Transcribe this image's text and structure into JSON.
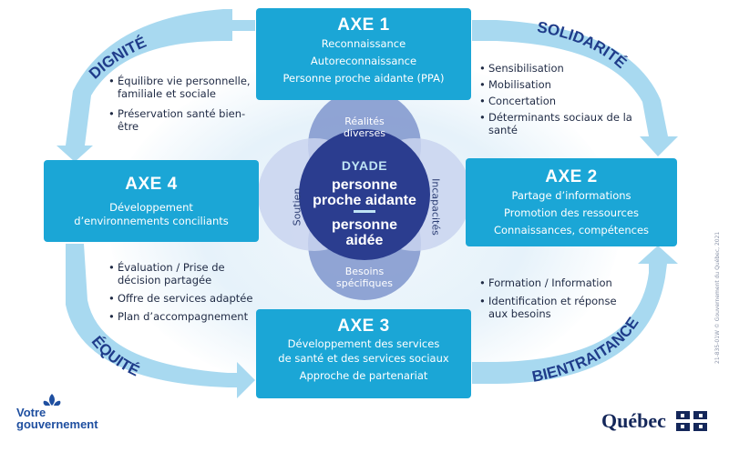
{
  "axes": [
    {
      "title": "AXE 1",
      "lines": [
        "Reconnaissance",
        "Autoreconnaissance",
        "Personne proche aidante (PPA)"
      ]
    },
    {
      "title": "AXE 2",
      "lines": [
        "Partage d’informations",
        "Promotion des ressources",
        "Connaissances, compétences"
      ]
    },
    {
      "title": "AXE 3",
      "lines": [
        "Développement des services",
        "de santé et des services sociaux",
        "Approche de partenariat"
      ]
    },
    {
      "title": "AXE 4",
      "lines": [
        "Développement",
        "d’environnements conciliants"
      ]
    }
  ],
  "values": {
    "top_left": "DIGNITÉ",
    "top_right": "SOLIDARITÉ",
    "bottom_left": "ÉQUITÉ",
    "bottom_right": "BIENTRAITANCE"
  },
  "bullets": {
    "dignite": [
      "Équilibre vie personnelle, familiale et sociale",
      "Préservation santé bien-être"
    ],
    "solidarite": [
      "Sensibilisation",
      "Mobilisation",
      "Concertation",
      "Déterminants sociaux de la santé"
    ],
    "equite": [
      "Évaluation / Prise de décision partagée",
      "Offre de services adaptée",
      "Plan d’accompagnement"
    ],
    "bientraitance": [
      "Formation / Information",
      "Identification et réponse aux besoins"
    ]
  },
  "center": {
    "title": "DYADE",
    "line1": "personne",
    "line2": "proche aidante",
    "line3": "personne",
    "line4": "aidée",
    "petal_top": "Réalités diverses",
    "petal_bottom": "Besoins spécifiques",
    "petal_left": "Soutien",
    "petal_right": "Incapacités"
  },
  "footer": {
    "votre": "Votre",
    "gouvernement": "gouvernement",
    "quebec": "Québec",
    "credit": "21-835-01W   © Gouvernement du Québec, 2021"
  },
  "colors": {
    "axe_box": "#1ba6d6",
    "arrow": "#9fd5ee",
    "value_text": "#1f3c8a",
    "petal": "#7f95cc",
    "dyade_circle": "#2b3d8f"
  }
}
